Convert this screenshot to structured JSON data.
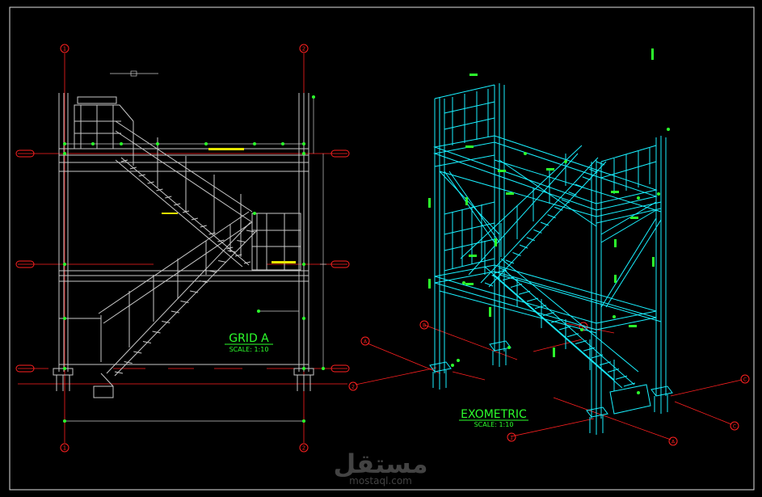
{
  "views": [
    {
      "title": "GRID  A",
      "scale": "SCALE:  1:10"
    },
    {
      "title": "EXOMETRIC",
      "scale": "SCALE:  1:10"
    }
  ],
  "grid_bubbles": {
    "left_top": "1",
    "right_top": "2",
    "left_bottom": "1",
    "right_bottom": "2",
    "iso_a1": "A",
    "iso_b1": "B",
    "iso_2": "2",
    "iso_1": "1",
    "iso_a2": "A",
    "iso_b2": "B",
    "iso_c": "C",
    "iso_c2": "C"
  },
  "watermark": {
    "arabic": "مستقل",
    "latin": "mostaql.com"
  },
  "colors": {
    "steel": "#19f0ff",
    "grid": "#ff2020",
    "dims": "#c8c8c8",
    "annot": "#2cff2c",
    "bg": "#000000"
  }
}
